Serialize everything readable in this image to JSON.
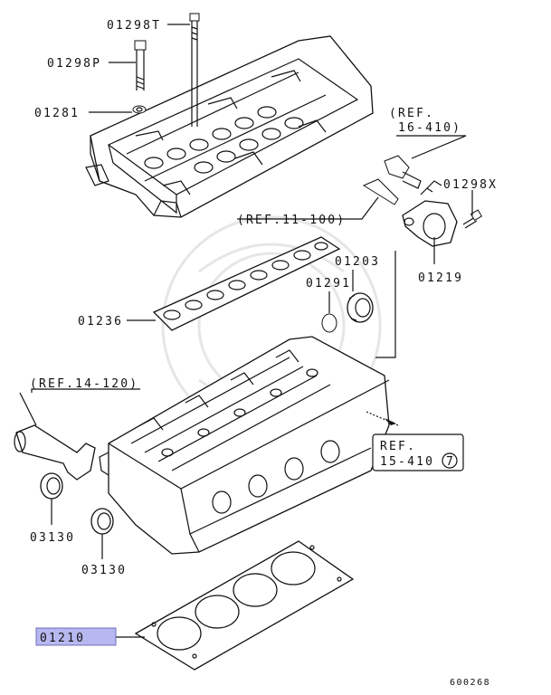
{
  "callouts": {
    "c01298T": "01298T",
    "c01298P": "01298P",
    "c01281": "01281",
    "c01298X": "01298X",
    "c01203": "01203",
    "c01291": "01291",
    "c01219": "01219",
    "c01236": "01236",
    "c03130a": "03130",
    "c03130b": "03130",
    "c01210": "01210"
  },
  "references": {
    "ref16_line1": "(REF.",
    "ref16_line2": "16-410)",
    "ref11": "(REF.11-100)",
    "ref14": "(REF.14-120)",
    "ref15_line1": "REF.",
    "ref15_line2": "15-410",
    "ref15_circle": "7"
  },
  "footer": {
    "diagram_id": "600268"
  },
  "colors": {
    "ink": "#111111",
    "highlight": "#b8b8f0",
    "watermark": "#e6e6e6"
  }
}
